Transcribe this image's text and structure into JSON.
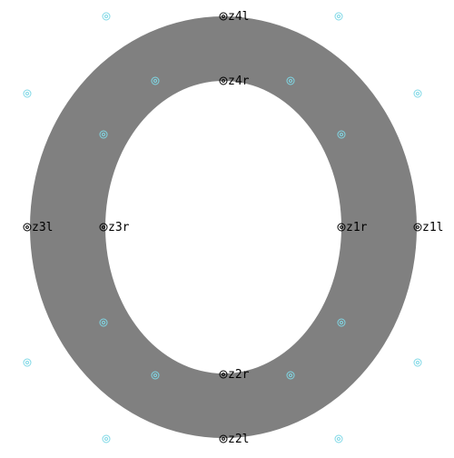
{
  "colors": {
    "ring_fill": "#808080",
    "background": "#ffffff",
    "on_curve_point": "#000000",
    "control_point": "#7fd8e6"
  },
  "points": {
    "z1l": "z1l",
    "z1r": "z1r",
    "z2l": "z2l",
    "z2r": "z2r",
    "z3l": "z3l",
    "z3r": "z3r",
    "z4l": "z4l",
    "z4r": "z4r"
  }
}
